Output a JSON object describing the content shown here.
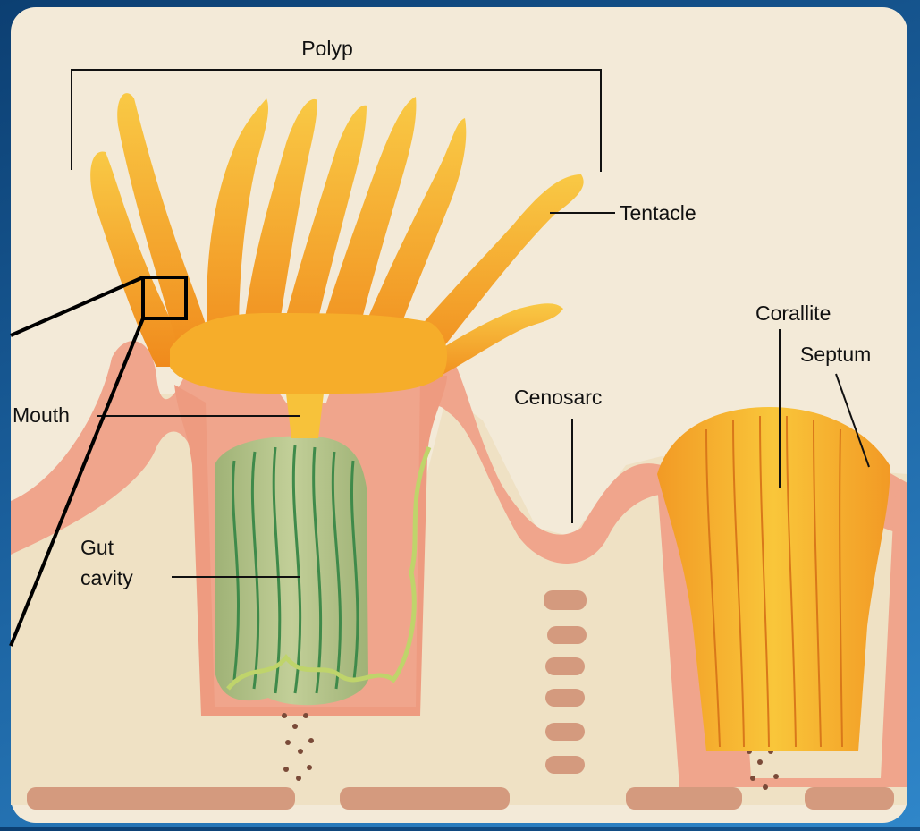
{
  "labels": {
    "polyp": "Polyp",
    "tentacle": "Tentacle",
    "corallite": "Corallite",
    "septum": "Septum",
    "cenosarc": "Cenosarc",
    "mouth": "Mouth",
    "gut_line1": "Gut",
    "gut_line2": "cavity"
  },
  "colors": {
    "background": "#1a5f9c",
    "panel": "#f3ead8",
    "tissue": "#f0a58c",
    "tentacle": "#f6b52a",
    "gut": "#a9bb83",
    "skeleton": "#d49a7e"
  },
  "icons": [
    "zoom-inset-box"
  ]
}
